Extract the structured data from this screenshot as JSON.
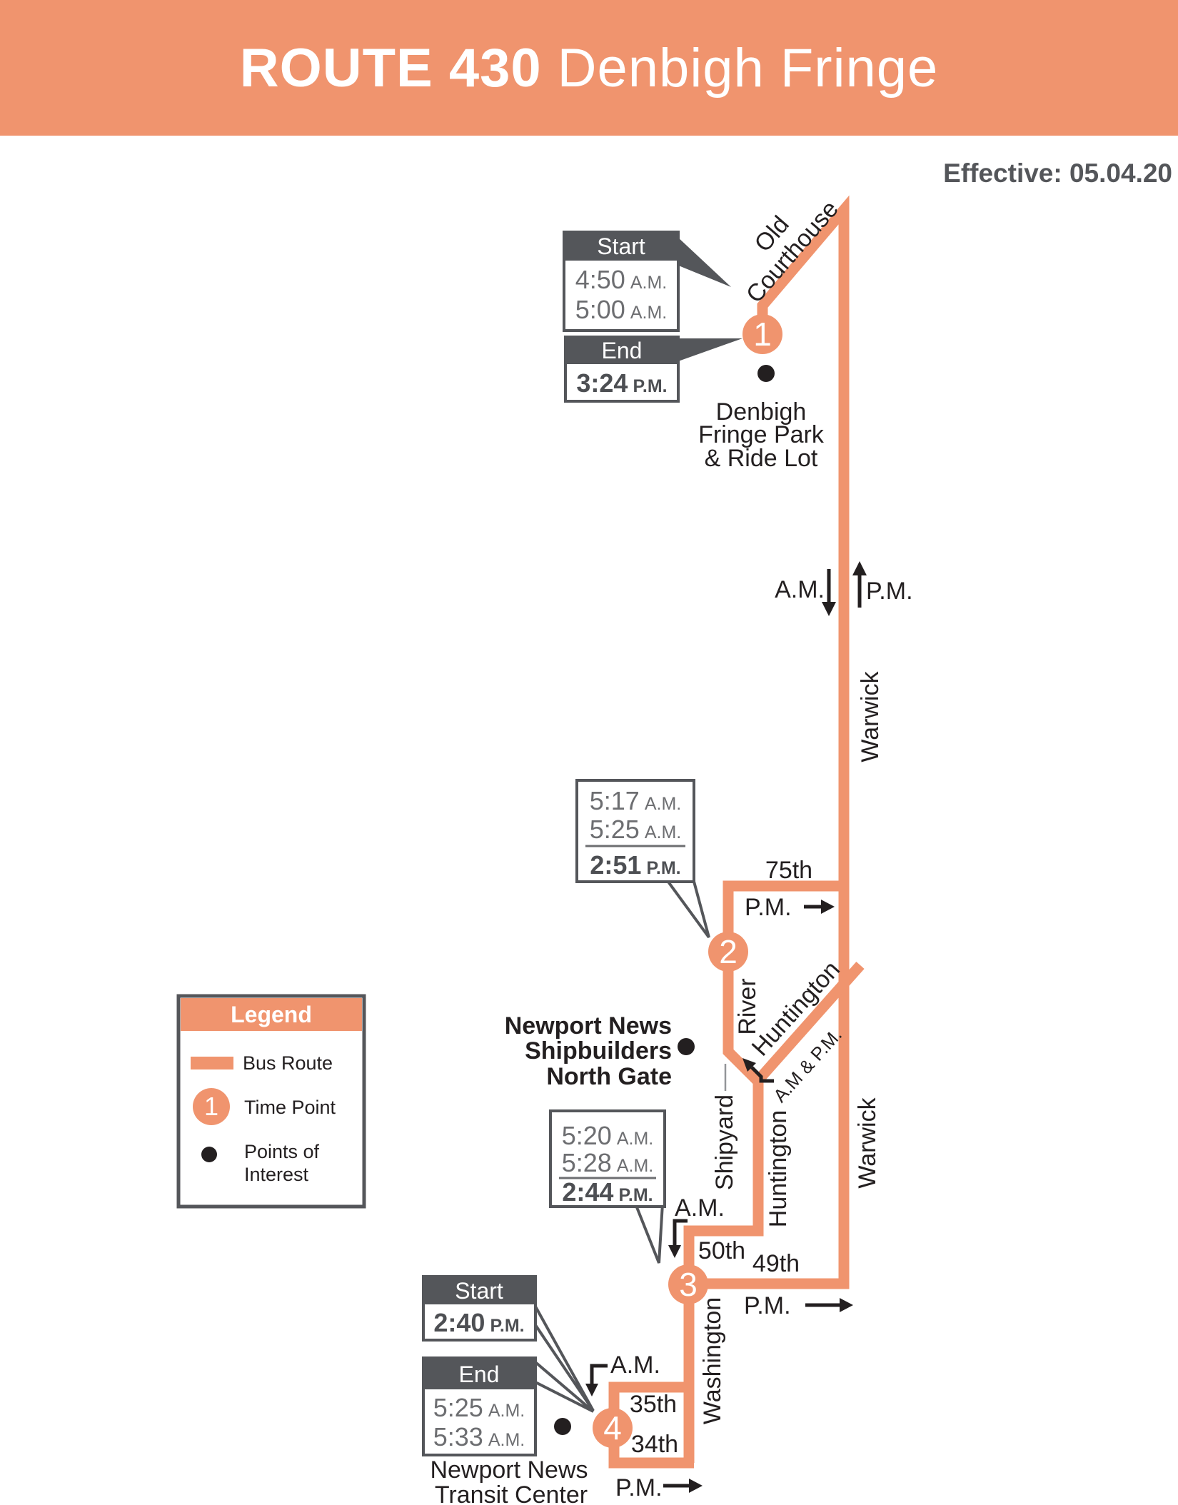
{
  "banner": {
    "route_number": "ROUTE 430",
    "route_name": "Denbigh Fringe"
  },
  "effective_label": "Effective: 05.04.20",
  "legend": {
    "title": "Legend",
    "bus_route": "Bus Route",
    "time_point": "Time Point",
    "time_point_number": "1",
    "poi_line1": "Points of",
    "poi_line2": "Interest"
  },
  "timepoints": {
    "tp1": "1",
    "tp2": "2",
    "tp3": "3",
    "tp4": "4"
  },
  "streets": {
    "old_line1": "Old",
    "old_line2": "Courthouse",
    "warwick": "Warwick",
    "seventy_fifth": "75th",
    "river": "River",
    "huntington": "Huntington",
    "am_and_pm": "A.M & P.M.",
    "shipyard": "Shipyard",
    "fiftieth": "50th",
    "forty_ninth": "49th",
    "washington": "Washington",
    "thirty_fifth": "35th",
    "thirty_fourth": "34th"
  },
  "directions": {
    "am": "A.M.",
    "pm": "P.M."
  },
  "pois": {
    "denbigh": [
      "Denbigh",
      "Fringe Park",
      "& Ride Lot"
    ],
    "shipbuilders": [
      "Newport News",
      "Shipbuilders",
      "North Gate"
    ],
    "transit_center": [
      "Newport News",
      "Transit Center"
    ]
  },
  "callouts": {
    "start_top": {
      "title": "Start",
      "rows": [
        {
          "time": "4:50",
          "meridiem": "A.M."
        },
        {
          "time": "5:00",
          "meridiem": "A.M."
        }
      ]
    },
    "end_top": {
      "title": "End",
      "rows": [
        {
          "time": "3:24",
          "meridiem": "P.M."
        }
      ]
    },
    "tp2_times": {
      "rows": [
        {
          "time": "5:17",
          "meridiem": "A.M."
        },
        {
          "time": "5:25",
          "meridiem": "A.M."
        },
        {
          "time": "2:51",
          "meridiem": "P.M."
        }
      ]
    },
    "tp3_times": {
      "rows": [
        {
          "time": "5:20",
          "meridiem": "A.M."
        },
        {
          "time": "5:28",
          "meridiem": "A.M."
        },
        {
          "time": "2:44",
          "meridiem": "P.M."
        }
      ]
    },
    "start_bottom": {
      "title": "Start",
      "rows": [
        {
          "time": "2:40",
          "meridiem": "P.M."
        }
      ]
    },
    "end_bottom": {
      "title": "End",
      "rows": [
        {
          "time": "5:25",
          "meridiem": "A.M."
        },
        {
          "time": "5:33",
          "meridiem": "A.M."
        }
      ]
    }
  },
  "colors": {
    "route_orange": "#F0946E",
    "dark_gray": "#54565A",
    "mid_gray": "#6D6E71",
    "text_black": "#231F20"
  }
}
